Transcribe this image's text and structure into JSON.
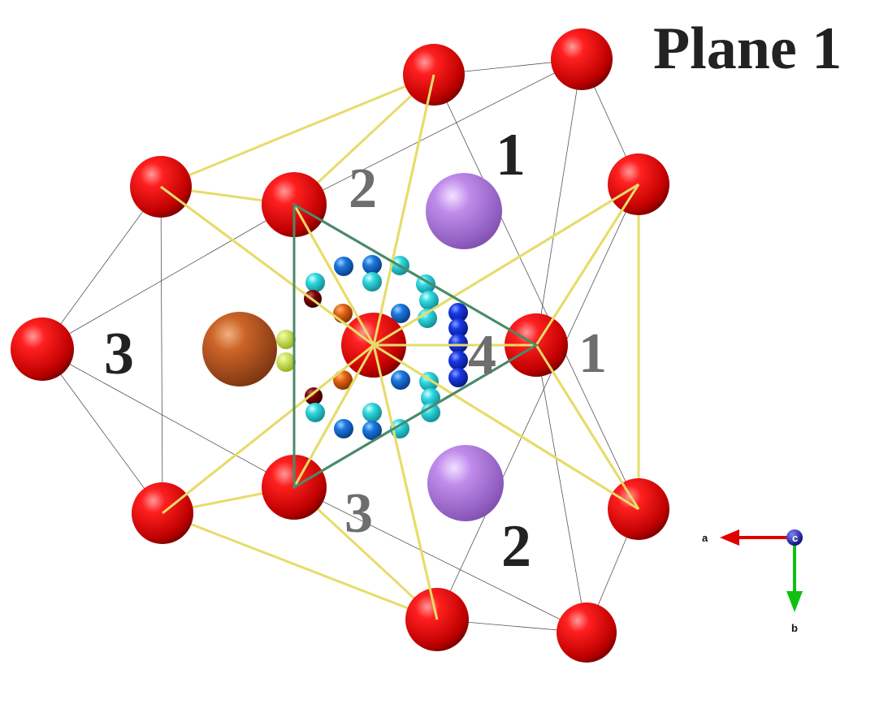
{
  "title": "Plane 1",
  "labels": {
    "dark_1": "1",
    "dark_2": "2",
    "dark_3": "3",
    "gray_1": "1",
    "gray_2": "2",
    "gray_3": "3",
    "gray_4": "4"
  },
  "axes": {
    "a": "a",
    "b": "b",
    "c": "c"
  },
  "colors": {
    "oxygen_red": "#e00000",
    "purple_atom": "#b57ee0",
    "orange_atom": "#c8602a",
    "yellow_green_atom": "#c8e020",
    "blue_atom": "#1030e0",
    "cyan_atom": "#30d8e0",
    "mid_blue_atom": "#1878e0",
    "dark_red_atom": "#7a0000",
    "orange_small_atom": "#e06010",
    "yellow_edge": "#e6dc6a",
    "green_edge": "#4a8a6a",
    "thin_edge": "#555555",
    "axis_a": "#e00000",
    "axis_b": "#10c010",
    "axis_c": "#1010a0"
  }
}
